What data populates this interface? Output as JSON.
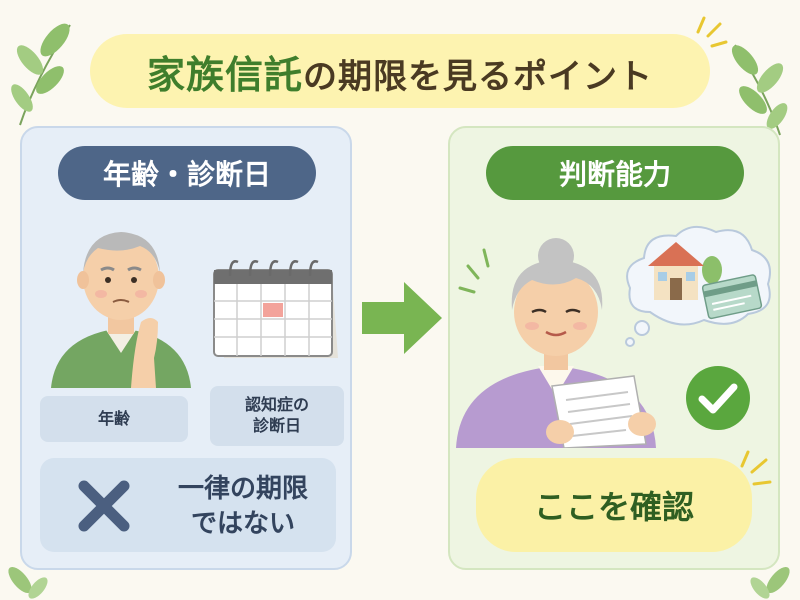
{
  "title": {
    "emphasis": "家族信託",
    "rest": "の期限を見るポイント"
  },
  "left_panel": {
    "header": "年齢・診断日",
    "label_age": "年齢",
    "label_diagnosis_line1": "認知症の",
    "label_diagnosis_line2": "診断日",
    "no_line1": "一律の期限",
    "no_line2": "ではない"
  },
  "right_panel": {
    "header": "判断能力",
    "confirm": "ここを確認"
  },
  "colors": {
    "title_green": "#3f7e2c",
    "left_header": "#4e6688",
    "right_header": "#56993e",
    "arrow": "#79b552",
    "check": "#5aa73e",
    "cross": "#4b5f80"
  }
}
